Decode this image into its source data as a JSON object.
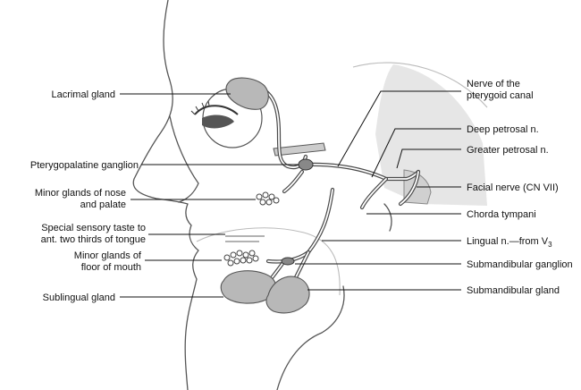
{
  "labels_left": {
    "lacrimal_gland": "Lacrimal gland",
    "pterygopalatine_ganglion": "Pterygopalatine ganglion",
    "minor_glands_nose_1": "Minor glands of nose",
    "minor_glands_nose_2": "and palate",
    "special_taste_1": "Special sensory taste to",
    "special_taste_2": "ant. two thirds of tongue",
    "minor_glands_floor_1": "Minor glands of",
    "minor_glands_floor_2": "floor of mouth",
    "sublingual_gland": "Sublingual gland"
  },
  "labels_right": {
    "nerve_pterygoid_1": "Nerve of the",
    "nerve_pterygoid_2": "pterygoid canal",
    "deep_petrosal": "Deep petrosal n.",
    "greater_petrosal": "Greater petrosal n.",
    "facial_nerve": "Facial nerve (CN VII)",
    "chorda_tympani": "Chorda tympani",
    "lingual_nerve": "Lingual n.—from V",
    "lingual_nerve_sub": "3",
    "submandibular_ganglion": "Submandibular ganglion",
    "submandibular_gland": "Submandibular gland"
  }
}
